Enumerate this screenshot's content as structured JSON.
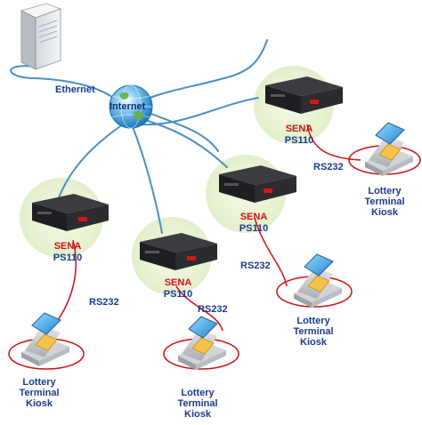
{
  "network": {
    "ethernet_label": "Ethernet",
    "internet_label": "Internet"
  },
  "devices": [
    {
      "brand": "SENA",
      "model": "PS110",
      "serial": "RS232",
      "kiosk": [
        "Lottery",
        "Terminal",
        "Kiosk"
      ]
    },
    {
      "brand": "SENA",
      "model": "PS110",
      "serial": "RS232",
      "kiosk": [
        "Lottery",
        "Terminal",
        "Kiosk"
      ]
    },
    {
      "brand": "SENA",
      "model": "PS110",
      "serial": "RS232",
      "kiosk": [
        "Lottery",
        "Terminal",
        "Kiosk"
      ]
    },
    {
      "brand": "SENA",
      "model": "PS110",
      "serial": "RS232",
      "kiosk": [
        "Lottery",
        "Terminal",
        "Kiosk"
      ]
    }
  ],
  "colors": {
    "cable": "#4a8fc4",
    "serial_cable": "#cc1111",
    "halo": "#e6f2cf",
    "label_blue": "#1a3a8c",
    "label_red": "#d0101a"
  }
}
